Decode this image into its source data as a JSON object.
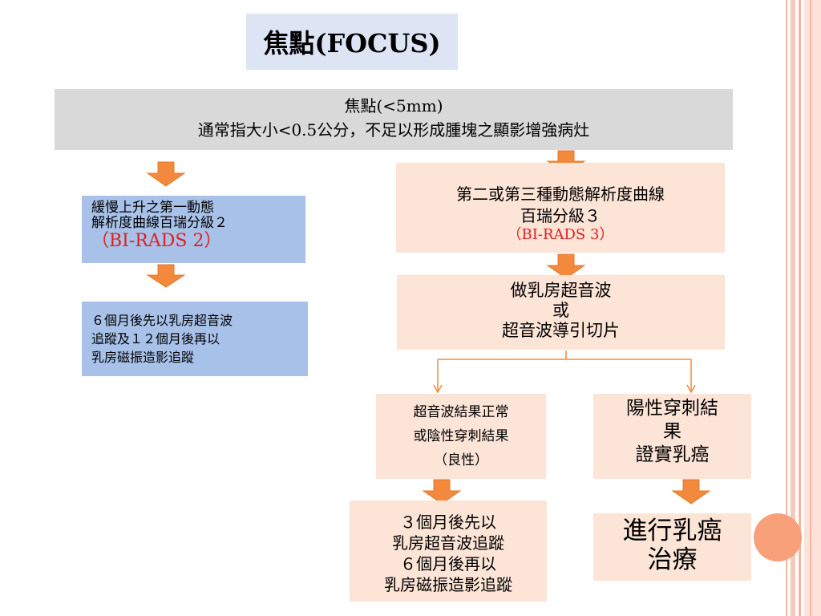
{
  "title": "焦點(FOCUS)",
  "definition": {
    "line1": "焦點(<5mm)",
    "line2": "通常指大小<0.5公分，不足以形成腫塊之顯影增強病灶"
  },
  "left_branch": {
    "box1_line1": "緩慢上升之第一動態",
    "box1_line2": "解析度曲線百瑞分級２",
    "box1_birads": "（BI-RADS 2）",
    "box2_line1": "６個月後先以乳房超音波",
    "box2_line2": "追蹤及１２個月後再以",
    "box2_line3": "乳房磁振造影追蹤"
  },
  "right_branch": {
    "box1_line1": "第二或第三種動態解析度曲線",
    "box1_line2": "百瑞分級３",
    "box1_birads": "（BI-RADS 3）",
    "box2_line1": "做乳房超音波",
    "box2_line2": "或",
    "box2_line3": "超音波導引切片",
    "normal_line1": "超音波結果正常",
    "normal_line2": "或陰性穿刺結果",
    "normal_line3": "（良性）",
    "normal_follow_line1": "３個月後先以",
    "normal_follow_line2": "乳房超音波追蹤",
    "normal_follow_line3": "６個月後再以",
    "normal_follow_line4": "乳房磁振造影追蹤",
    "positive_line1": "陽性穿刺結",
    "positive_line2": "果",
    "positive_line3": "證實乳癌",
    "treatment_line1": "進行乳癌",
    "treatment_line2": "治療"
  },
  "colors": {
    "arrow": "#f2893c",
    "connector": "#f2893c",
    "blue_box": "#a7c1e8",
    "peach_box": "#fce4d6",
    "gray_box": "#d9d9d9",
    "title_box": "#dde4f4",
    "birads_text": "#e02020"
  }
}
